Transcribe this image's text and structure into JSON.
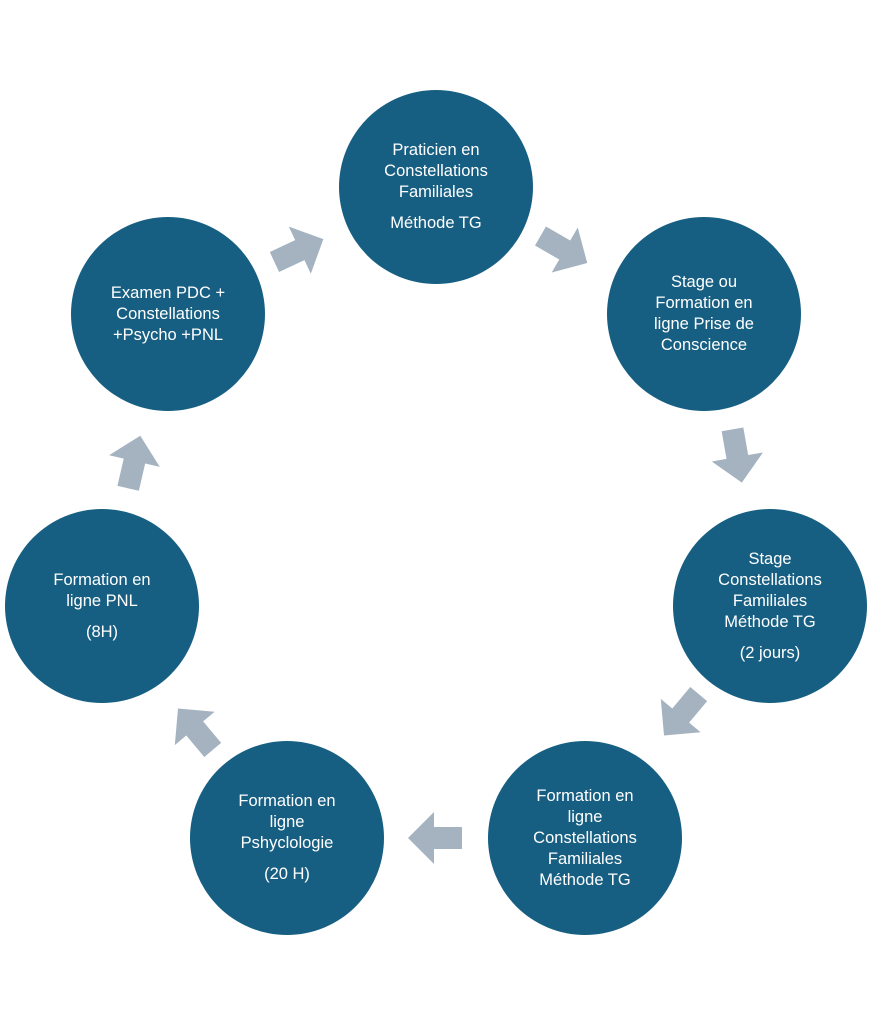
{
  "colors": {
    "node_fill": "#175f82",
    "node_text": "#ffffff",
    "arrow_fill": "#a5b3c1"
  },
  "nodes": [
    {
      "id": "praticien",
      "lines": [
        "Praticien en",
        "Constellations",
        "Familiales"
      ],
      "extra": "Méthode TG"
    },
    {
      "id": "stage-prise-conscience",
      "lines": [
        "Stage ou",
        "Formation en",
        "ligne Prise de",
        "Conscience"
      ],
      "extra": ""
    },
    {
      "id": "stage-constellations",
      "lines": [
        "Stage",
        "Constellations",
        "Familiales",
        "Méthode TG"
      ],
      "extra": "(2 jours)"
    },
    {
      "id": "formation-constellations",
      "lines": [
        "Formation en",
        "ligne",
        "Constellations",
        "Familiales",
        "Méthode TG"
      ],
      "extra": ""
    },
    {
      "id": "formation-psychologie",
      "lines": [
        "Formation en",
        "ligne",
        "Pshyclologie"
      ],
      "extra": "(20 H)"
    },
    {
      "id": "formation-pnl",
      "lines": [
        "Formation en",
        "ligne PNL"
      ],
      "extra": "(8H)"
    },
    {
      "id": "examen",
      "lines": [
        "Examen PDC +",
        "Constellations",
        "+Psycho +PNL"
      ],
      "extra": ""
    }
  ],
  "arrows": [
    {
      "icon": "right-arrow-icon",
      "direction_deg": 30
    },
    {
      "icon": "right-arrow-icon",
      "direction_deg": 80
    },
    {
      "icon": "right-arrow-icon",
      "direction_deg": 130
    },
    {
      "icon": "right-arrow-icon",
      "direction_deg": 180
    },
    {
      "icon": "right-arrow-icon",
      "direction_deg": 230
    },
    {
      "icon": "right-arrow-icon",
      "direction_deg": 283
    },
    {
      "icon": "right-arrow-icon",
      "direction_deg": 335
    }
  ]
}
